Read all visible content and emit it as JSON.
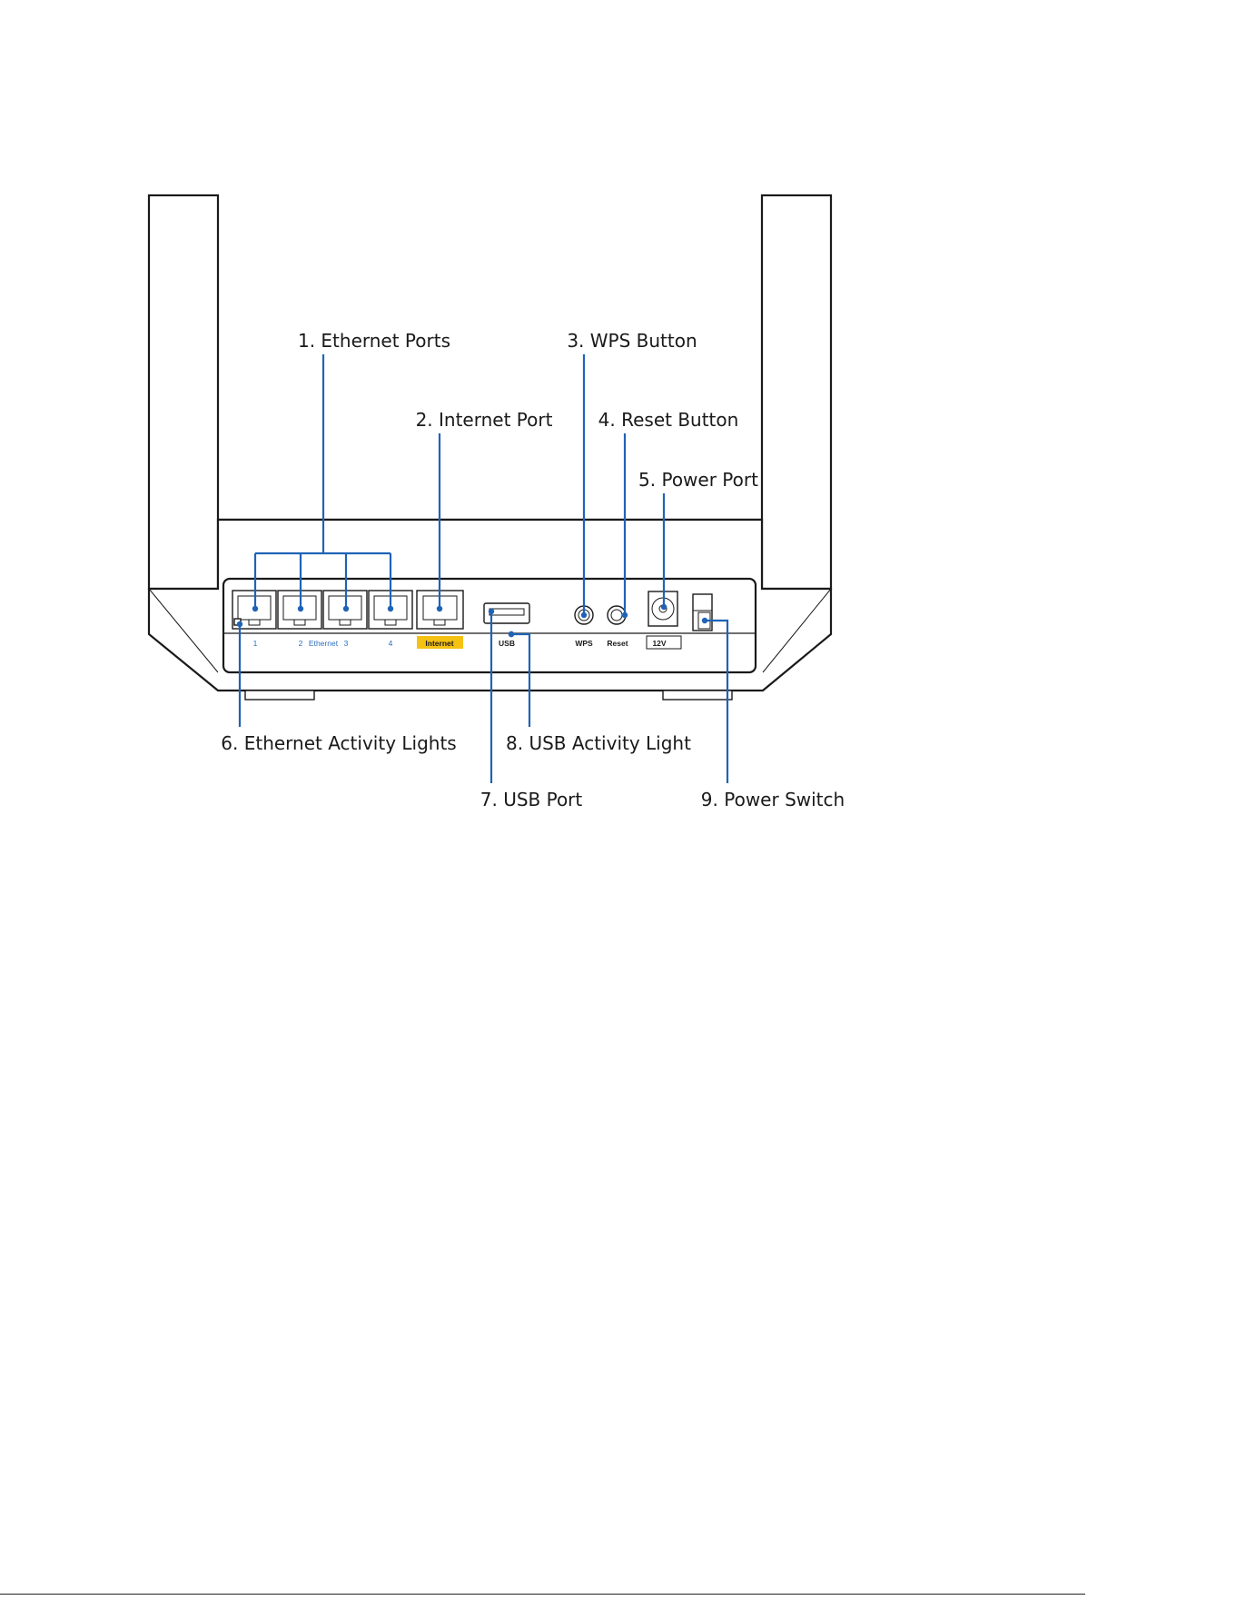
{
  "callouts": {
    "ethernet_ports": "1. Ethernet Ports",
    "internet_port": "2. Internet Port",
    "wps_button": "3. WPS Button",
    "reset_button": "4. Reset Button",
    "power_port": "5. Power Port",
    "ethernet_activity_lights": "6. Ethernet Activity Lights",
    "usb_port": "7. USB Port",
    "usb_activity_light": "8. USB Activity Light",
    "power_switch": "9. Power Switch"
  },
  "panel_labels": {
    "port1": "1",
    "port2": "2",
    "ethernet": "Ethernet",
    "port3": "3",
    "port4": "4",
    "internet": "Internet",
    "usb": "USB",
    "wps": "WPS",
    "reset": "Reset",
    "power": "12V"
  },
  "colors": {
    "leader_line": "#1f63b6",
    "internet_highlight": "#f5c214",
    "ethernet_label": "#2a6fc0"
  }
}
